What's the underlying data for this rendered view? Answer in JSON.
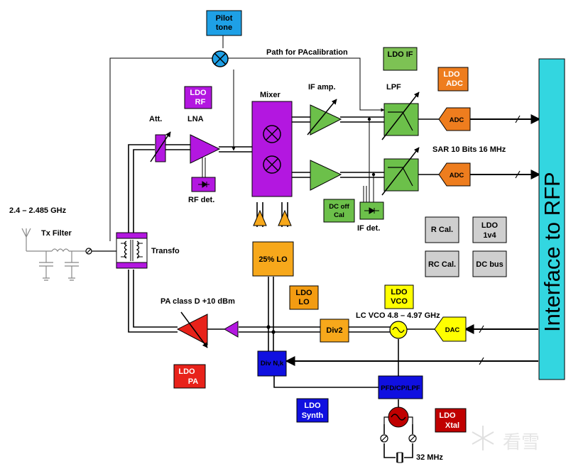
{
  "blocks": {
    "pilot_tone": [
      "Pilot",
      "tone"
    ],
    "ldo_if": "LDO IF",
    "ldo_rf": [
      "LDO",
      "RF"
    ],
    "ldo_adc": [
      "LDO",
      "ADC"
    ],
    "ldo_lo": [
      "LDO",
      "LO"
    ],
    "ldo_vco": [
      "LDO",
      "VCO"
    ],
    "ldo_pa": [
      "LDO",
      "PA"
    ],
    "ldo_synth": [
      "LDO",
      "Synth"
    ],
    "ldo_xtal": [
      "LDO",
      "Xtal"
    ],
    "ldo_1v4": [
      "LDO",
      "1v4"
    ],
    "r_cal": "R Cal.",
    "rc_cal": "RC Cal.",
    "dc_bus": "DC bus",
    "dc_off_cal": [
      "DC off",
      "Cal"
    ],
    "adc": "ADC",
    "dac": "DAC",
    "lo_25": "25% LO",
    "div2": "Div2",
    "div_nk": "Div N,k",
    "pfd": "PFD/CP/LPF",
    "interface": "Interface to RFP"
  },
  "labels": {
    "path_cal": "Path for PAcalibration",
    "mixer": "Mixer",
    "if_amp": "IF amp.",
    "lpf": "LPF",
    "att": "Att.",
    "lna": "LNA",
    "sar": "SAR 10 Bits 16 MHz",
    "rf_det": "RF det.",
    "if_det": "IF det.",
    "freq_band": "2.4 – 2.485 GHz",
    "tx_filter": "Tx Filter",
    "transfo": "Transfo",
    "pa": "PA class D +10 dBm",
    "vco": "LC VCO 4.8 – 4.97 GHz",
    "xtal_freq": "32 MHz"
  },
  "watermark": "看雪",
  "colors": {
    "pilot": "#1ea0e6",
    "ldo_green": "#7dc254",
    "ldo_purple": "#b317e0",
    "ldo_orange": "#f39c12",
    "ldo_yellow": "#ffff00",
    "ldo_red": "#e8221a",
    "ldo_blue": "#1010e0",
    "ldo_darkred": "#c00000",
    "mixer": "#b317e0",
    "amp_green": "#6cc04a",
    "adc_orange": "#ee7d1e",
    "lo_orange": "#f7a81b",
    "cal_gray": "#cfcfcf",
    "interface": "#33d6e0"
  }
}
